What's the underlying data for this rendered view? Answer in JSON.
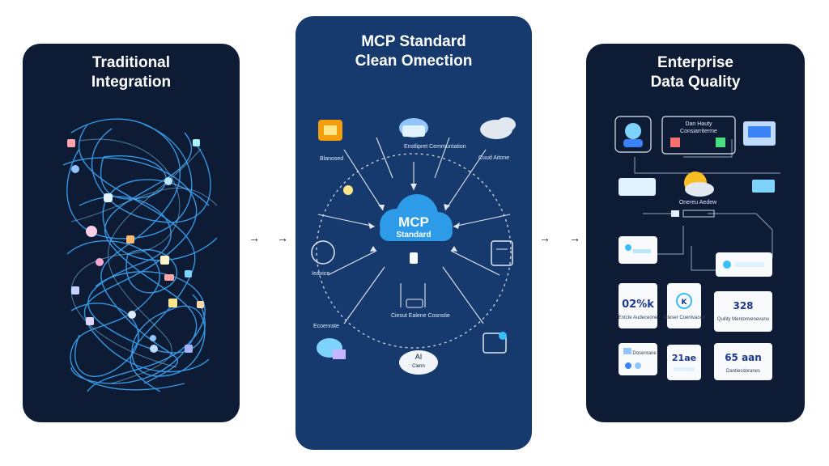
{
  "left": {
    "title_line1": "Traditional",
    "title_line2": "Integration"
  },
  "middle": {
    "title_line1": "MCP Standard",
    "title_line2": "Clean Omection",
    "hub_line1": "MCP",
    "hub_line2": "Standard",
    "bottom_node_line1": "AI",
    "bottom_node_line2": "Cienn",
    "labels": [
      "Enstlipret Cemmuntation",
      "Cuud Aitone",
      "Blanosed",
      "Ieavice",
      "Ecoenrate",
      "Ciesut Ealene Cosnstie"
    ]
  },
  "right": {
    "title_line1": "Enterprise",
    "title_line2": "Data Quality",
    "header_caption_line1": "Dan Hauty",
    "header_caption_line2": "Consiarriterme",
    "center_caption": "Onereu Aedew",
    "cards": [
      {
        "value": "02%k",
        "caption": "Entcte Audeceone"
      },
      {
        "value": "K",
        "caption": "Alteser Coenivaced"
      },
      {
        "value": "328",
        "caption": "Quility Mentonvenevanu"
      },
      {
        "value": "",
        "caption": "Dosenrane"
      },
      {
        "value": "21ae",
        "caption": ""
      },
      {
        "value": "65 aan",
        "caption": "Dantiecdoranes"
      }
    ]
  },
  "colors": {
    "panel_dark": "#0d1b34",
    "panel_mid": "#173a6e",
    "accent": "#38bdf8",
    "cloud": "#2e9be8"
  }
}
